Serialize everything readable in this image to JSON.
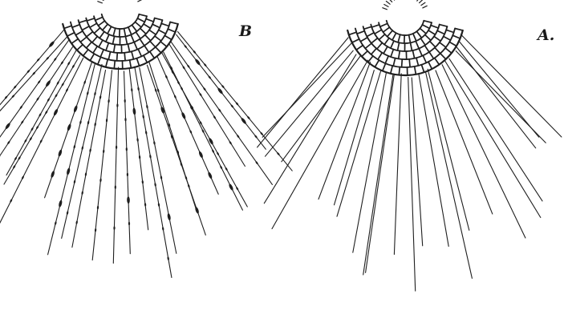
{
  "figures": [
    {
      "id": "B",
      "label": "B",
      "style": "beaded"
    },
    {
      "id": "A",
      "label": "A.",
      "style": "plain"
    }
  ],
  "colors": {
    "ink": "#1e1e1e",
    "background": "#ffffff"
  }
}
